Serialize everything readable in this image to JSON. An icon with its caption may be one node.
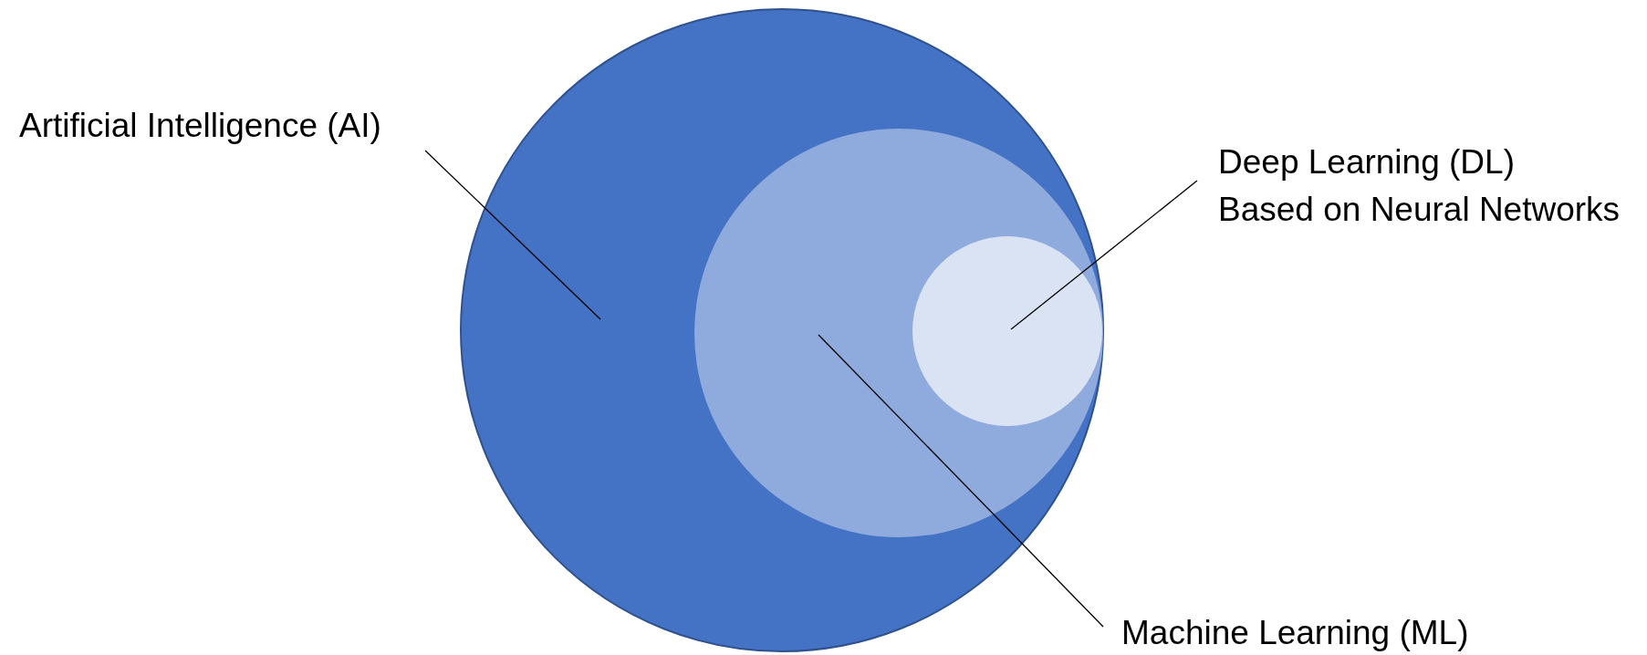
{
  "diagram": {
    "nodes": [
      {
        "text": [],
        "shape": "circle"
      },
      {
        "text": [],
        "shape": "circle",
        "in": 0
      },
      {
        "text": [],
        "shape": "circle",
        "in": 1
      },
      {
        "text": [
          "Artificial Intelligence (AI)"
        ]
      },
      {
        "text": [
          "Deep Learning (DL)",
          "Based on Neural Networks"
        ]
      },
      {
        "text": [
          "Machine Learning (ML)"
        ]
      }
    ],
    "edges": [
      {
        "from": 3,
        "to": 0,
        "arrow": "none"
      },
      {
        "from": 4,
        "to": 2,
        "arrow": "none"
      },
      {
        "from": 5,
        "to": 1,
        "arrow": "none"
      }
    ]
  }
}
